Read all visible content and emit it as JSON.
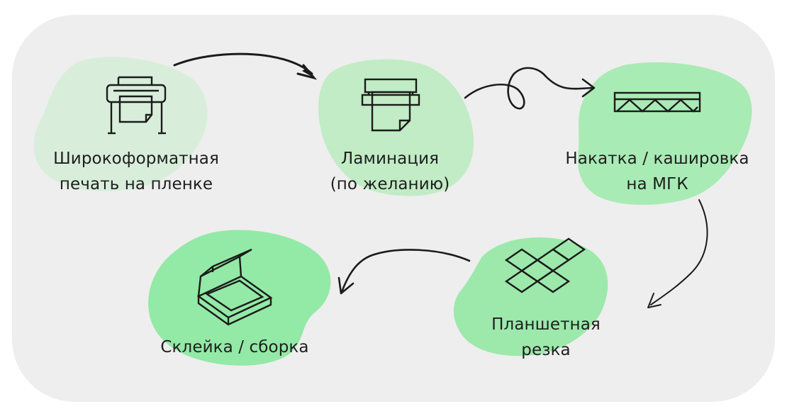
{
  "diagram": {
    "steps": [
      {
        "id": "print",
        "lines": [
          "Широкоформатная",
          "печать на пленке"
        ],
        "icon": "wide-format-printer-icon",
        "blob_color": "#d8eedb"
      },
      {
        "id": "lamination",
        "lines": [
          "Ламинация",
          "(по желанию)"
        ],
        "icon": "laminator-icon",
        "blob_color": "#c1ecc5"
      },
      {
        "id": "mounting",
        "lines": [
          "Накатка / кашировка",
          "на МГК"
        ],
        "icon": "corrugated-board-icon",
        "blob_color": "#a9ebb5"
      },
      {
        "id": "cutting",
        "lines": [
          "Планшетная",
          "резка"
        ],
        "icon": "box-die-cut-icon",
        "blob_color": "#9ce9ab"
      },
      {
        "id": "assembly",
        "lines": [
          "Склейка / сборка"
        ],
        "icon": "open-box-icon",
        "blob_color": "#93e9a6"
      }
    ],
    "background_color": "#eeeeee",
    "arrow_color": "#1b1b1b"
  }
}
